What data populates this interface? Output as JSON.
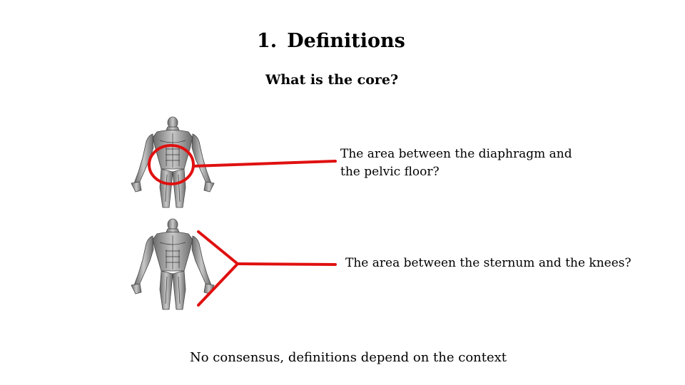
{
  "title": {
    "number": "1.",
    "text": "Definitions"
  },
  "subtitle": "What is the core?",
  "definitions": [
    {
      "line1": "The area between the diaphragm and",
      "line2": "the pelvic floor?"
    },
    {
      "line1": "The area between the sternum and the knees?"
    }
  ],
  "conclusion": "No consensus, definitions depend on the context",
  "colors": {
    "annotation": "#e01010",
    "muscle_dark": "#5a5a5a",
    "muscle_light": "#bdbdbd"
  },
  "figures": [
    {
      "icon": "muscle-anatomy-figure-icon",
      "highlight": "abdomen"
    },
    {
      "icon": "muscle-anatomy-figure-icon",
      "highlight": "torso-and-thighs"
    }
  ]
}
